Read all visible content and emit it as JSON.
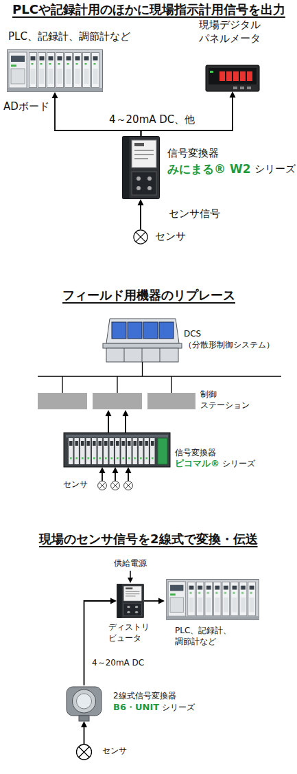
{
  "diagram": {
    "title": "PLCや記録計用のほかに現場指示計用信号を出力",
    "nodes": [
      {
        "text": [
          "PLC、記録計、調節計など",
          "ADボード"
        ]
      },
      {
        "text": [
          "現場デジタル パネルメータ"
        ]
      },
      {
        "text": [
          "信号変換器",
          "みにまる® W2",
          "シリーズ"
        ]
      },
      {
        "text": [
          "センサ"
        ]
      },
      {
        "text": [
          "DCS （分散形制御システム）"
        ]
      },
      {
        "text": [
          "信号変換器",
          "ピコマル®",
          "シリーズ"
        ]
      },
      {
        "text": [
          "センサ"
        ]
      },
      {
        "text": [
          "ディストリ ビュータ"
        ]
      },
      {
        "text": [
          "PLC、記録計、 調節計など"
        ]
      },
      {
        "text": [
          "2線式信号変換器",
          "B6・UNIT",
          "シリーズ"
        ]
      },
      {
        "text": [
          "センサ"
        ]
      }
    ],
    "edges": [
      {
        "from": 2,
        "to": 0,
        "arrow": "to",
        "label": "4～20mA DC、他"
      },
      {
        "from": 2,
        "to": 1,
        "arrow": "to"
      },
      {
        "from": 3,
        "to": 2,
        "arrow": "to",
        "label": "センサ信号"
      },
      {
        "from": 6,
        "to": 5,
        "arrow": "to"
      },
      {
        "from": 9,
        "to": 7,
        "arrow": "to",
        "label": "4～20mA DC"
      },
      {
        "from": 7,
        "to": 8,
        "arrow": "to"
      },
      {
        "from": 10,
        "to": 9,
        "arrow": "to"
      }
    ],
    "labels": [
      "フィールド用機器のリプレース",
      "制御 ステーション",
      "現場のセンサ信号を2線式で変換・伝送",
      "供給電源"
    ]
  }
}
